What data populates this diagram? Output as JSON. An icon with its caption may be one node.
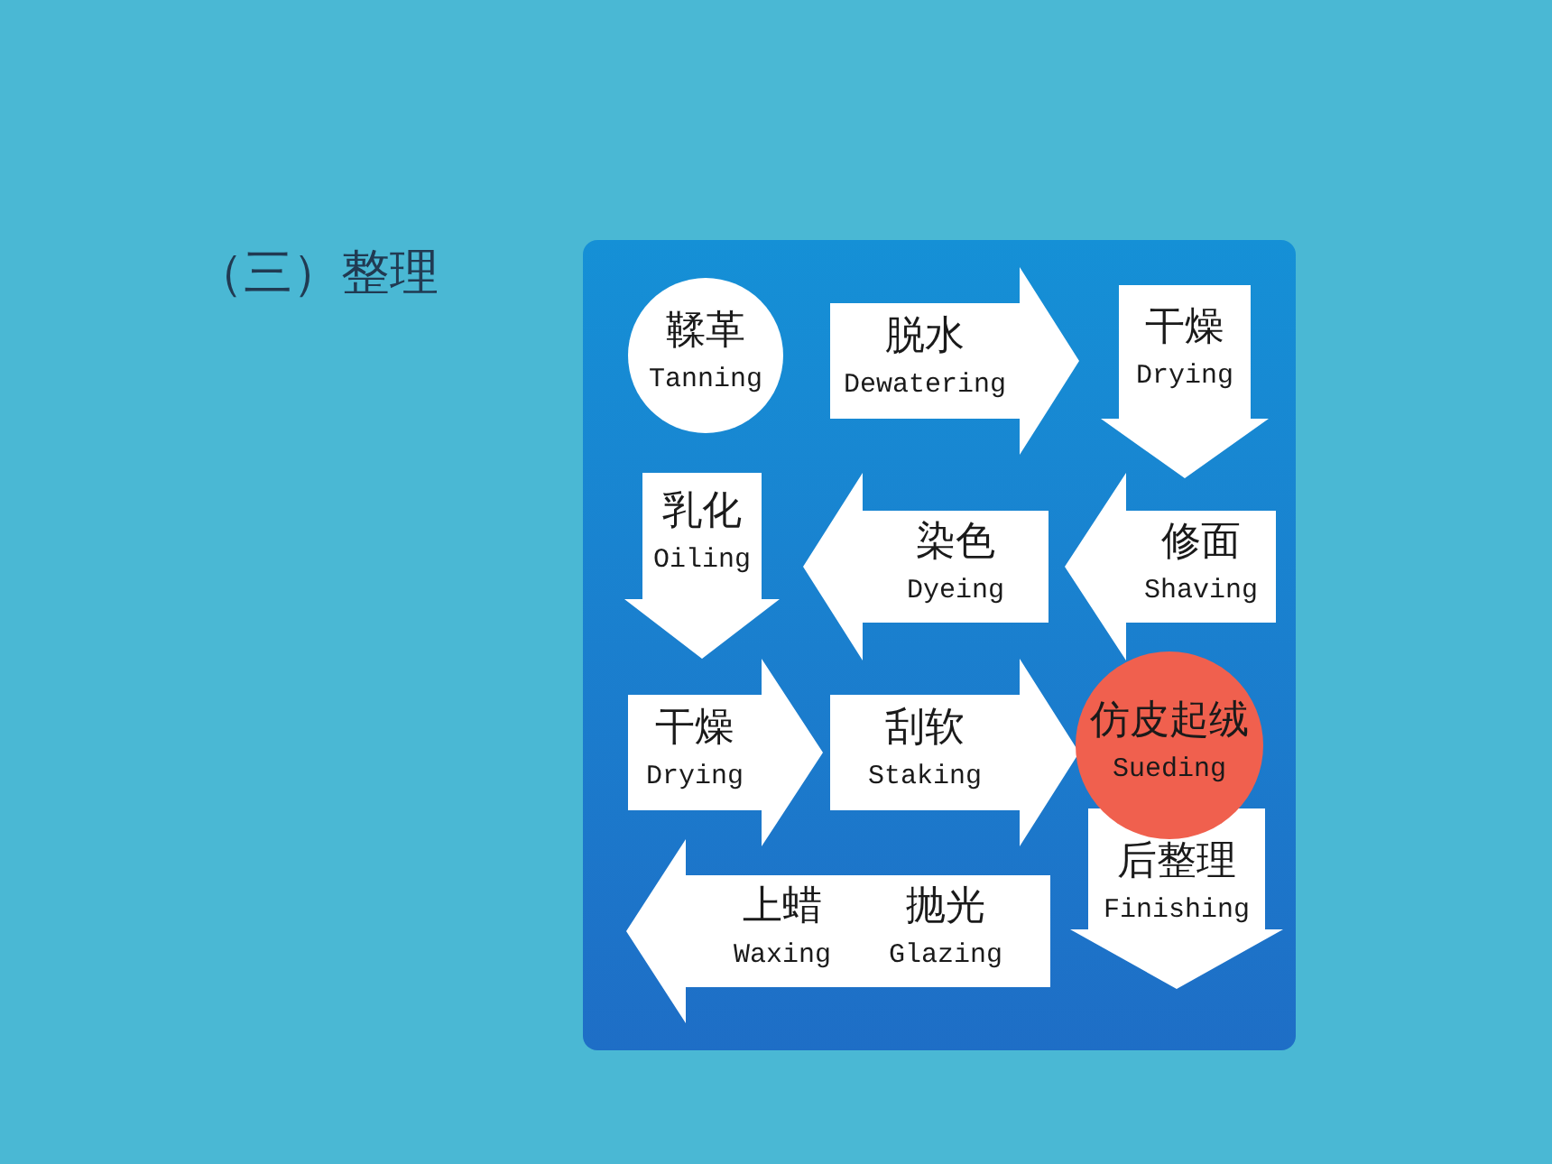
{
  "diagram": {
    "title": "（三）整理",
    "nodes": [
      {
        "text": [
          "鞣革",
          "Tanning"
        ]
      },
      {
        "text": [
          "脱水",
          "Dewatering"
        ]
      },
      {
        "text": [
          "干燥",
          "Drying"
        ]
      },
      {
        "text": [
          "乳化",
          "Oiling"
        ]
      },
      {
        "text": [
          "染色",
          "Dyeing"
        ]
      },
      {
        "text": [
          "修面",
          "Shaving"
        ]
      },
      {
        "text": [
          "干燥",
          "Drying"
        ]
      },
      {
        "text": [
          "刮软",
          "Staking"
        ]
      },
      {
        "text": [
          "仿皮起绒",
          "Sueding"
        ]
      },
      {
        "text": [
          "后整理",
          "Finishing"
        ]
      },
      {
        "text": [
          "上蜡",
          "Waxing",
          "抛光",
          "Glazing"
        ]
      }
    ]
  }
}
